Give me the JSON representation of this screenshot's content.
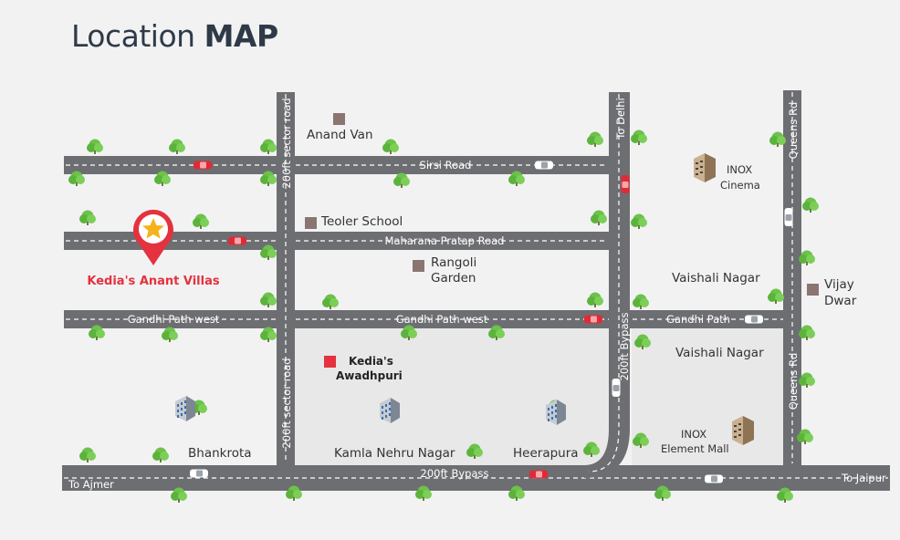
{
  "title": {
    "normal": "Location ",
    "bold": "MAP"
  },
  "colors": {
    "road": "#6d6e71",
    "tree": "#6cc24a",
    "marker": "#e4323e",
    "landmark": "#8a7571",
    "block_highlight": "#e8e8e8"
  },
  "roads": {
    "sirsi": "Sirsi Road",
    "maharana": "Maharana Pratap Road",
    "gandhi_west_1": "Gandhi Path west",
    "gandhi_west_2": "Gandhi Path west",
    "gandhi_path": "Gandhi Path",
    "sector_top": "200ft sector road",
    "sector_bottom": "200ft sector road",
    "bypass_vertical": "200ft Bypass",
    "bypass_horizontal": "200ft Bypass",
    "to_delhi": "To Delhi",
    "queens_top": "Queens Rd",
    "queens_bottom": "Queens Rd",
    "to_ajmer": "To Ajmer",
    "to_jaipur": "To Jaipur"
  },
  "places": {
    "anand_van": "Anand Van",
    "teoler_school": "Teoler School",
    "rangoli_1": "Rangoli",
    "rangoli_2": "Garden",
    "vaishali_1": "Vaishali Nagar",
    "vaishali_2": "Vaishali Nagar",
    "vijay_1": "Vijay",
    "vijay_2": "Dwar",
    "inox_cinema_1": "INOX",
    "inox_cinema_2": "Cinema",
    "inox_mall_1": "INOX",
    "inox_mall_2": "Element Mall",
    "bhankrota": "Bhankrota",
    "kamla": "Kamla Nehru Nagar",
    "heerapura": "Heerapura",
    "awadhpuri_1": "Kedia's",
    "awadhpuri_2": "Awadhpuri",
    "anant_villas": "Kedia's Anant Villas"
  },
  "icons": {
    "location_pin": "map-pin-star-icon",
    "landmark": "square-marker-icon",
    "building": "building-icon",
    "tree": "tree-icon",
    "car": "car-icon"
  }
}
